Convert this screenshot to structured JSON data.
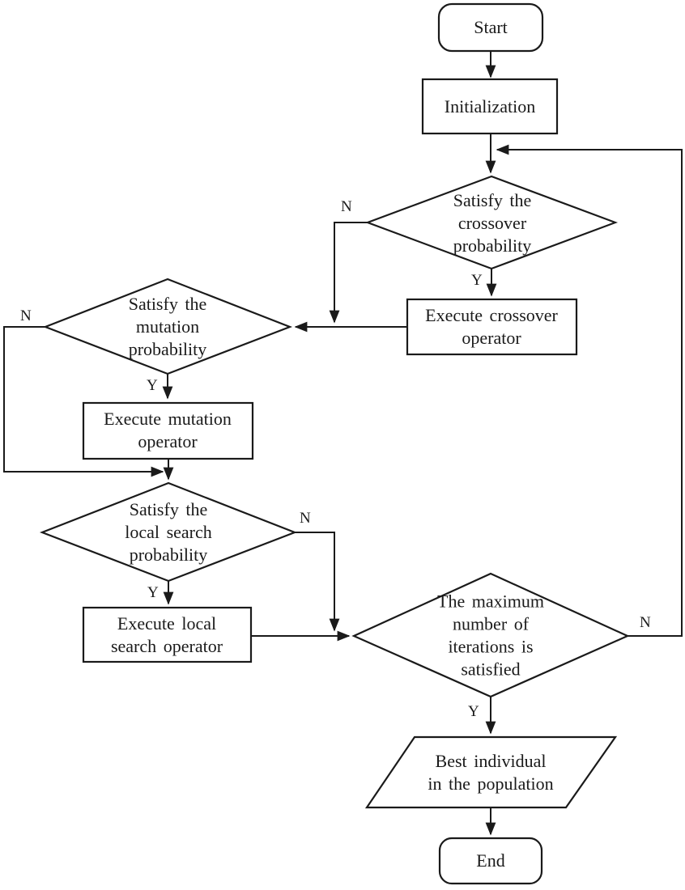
{
  "diagram_type": "flowchart",
  "edge_labels": {
    "yes": "Y",
    "no": "N"
  },
  "nodes": {
    "start": {
      "shape": "rounded-rect",
      "label": "Start"
    },
    "initialization": {
      "shape": "rect",
      "label": "Initialization"
    },
    "crossover_decision": {
      "shape": "diamond",
      "lines": [
        "Satisfy the",
        "crossover",
        "probability"
      ]
    },
    "execute_crossover": {
      "shape": "rect",
      "lines": [
        "Execute crossover",
        "operator"
      ]
    },
    "mutation_decision": {
      "shape": "diamond",
      "lines": [
        "Satisfy the",
        "mutation",
        "probability"
      ]
    },
    "execute_mutation": {
      "shape": "rect",
      "lines": [
        "Execute mutation",
        "operator"
      ]
    },
    "local_search_decision": {
      "shape": "diamond",
      "lines": [
        "Satisfy the",
        "local search",
        "probability"
      ]
    },
    "execute_local_search": {
      "shape": "rect",
      "lines": [
        "Execute local",
        "search operator"
      ]
    },
    "max_iterations_decision": {
      "shape": "diamond",
      "lines": [
        "The maximum",
        "number of",
        "iterations is",
        "satisfied"
      ]
    },
    "best_individual": {
      "shape": "parallelogram",
      "lines": [
        "Best individual",
        "in the population"
      ]
    },
    "end": {
      "shape": "rounded-rect",
      "label": "End"
    }
  },
  "edges": [
    {
      "from": "start",
      "to": "initialization",
      "label": ""
    },
    {
      "from": "initialization",
      "to": "crossover_decision",
      "label": ""
    },
    {
      "from": "crossover_decision",
      "to": "execute_crossover",
      "label": "Y"
    },
    {
      "from": "crossover_decision",
      "to": "mutation_decision",
      "label": "N"
    },
    {
      "from": "execute_crossover",
      "to": "mutation_decision",
      "label": ""
    },
    {
      "from": "mutation_decision",
      "to": "execute_mutation",
      "label": "Y"
    },
    {
      "from": "mutation_decision",
      "to": "local_search_decision",
      "label": "N"
    },
    {
      "from": "execute_mutation",
      "to": "local_search_decision",
      "label": ""
    },
    {
      "from": "local_search_decision",
      "to": "execute_local_search",
      "label": "Y"
    },
    {
      "from": "local_search_decision",
      "to": "max_iterations_decision",
      "label": "N"
    },
    {
      "from": "execute_local_search",
      "to": "max_iterations_decision",
      "label": ""
    },
    {
      "from": "max_iterations_decision",
      "to": "best_individual",
      "label": "Y"
    },
    {
      "from": "max_iterations_decision",
      "to": "crossover_decision",
      "label": "N"
    },
    {
      "from": "best_individual",
      "to": "end",
      "label": ""
    }
  ],
  "colors": {
    "stroke": "#1a1a1a",
    "fill": "#ffffff",
    "background": "#ffffff"
  }
}
